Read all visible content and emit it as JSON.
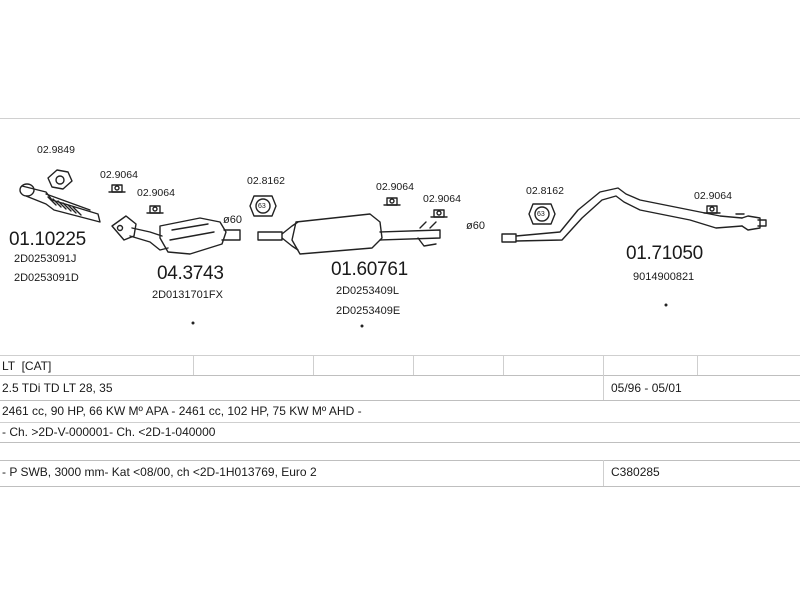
{
  "parts": [
    {
      "id": "part-pipe-front",
      "number": "01.10225",
      "refs": [
        "2D0253091J",
        "2D0253091D"
      ]
    },
    {
      "id": "part-catalyst",
      "number": "04.3743",
      "refs": [
        "2D0131701FX"
      ]
    },
    {
      "id": "part-middle-silencer",
      "number": "01.60761",
      "refs": [
        "2D0253409L",
        "2D0253409E"
      ]
    },
    {
      "id": "part-rear-pipe",
      "number": "01.71050",
      "refs": [
        "9014900821"
      ]
    }
  ],
  "accessories": {
    "gasket_top": "02.9849",
    "hanger_a": "02.9064",
    "hanger_b": "02.9064",
    "clamp_a": "02.8162",
    "hanger_c": "02.9064",
    "hanger_d": "02.9064",
    "clamp_b": "02.8162",
    "hanger_e": "02.9064"
  },
  "diameters": {
    "d1": "ø60",
    "d2": "ø60"
  },
  "clamp_size": "63",
  "table": {
    "row1": "LT  [CAT]",
    "row2": "2.5 TDi TD LT 28, 35",
    "row2_dates": "05/96 - 05/01",
    "row3": "2461 cc, 90 HP, 66 KW Mº APA - 2461 cc, 102 HP, 75 KW Mº AHD -",
    "row4": "- Ch. >2D-V-000001- Ch. <2D-1-040000",
    "row6": "- P SWB, 3000 mm- Kat <08/00, ch <2D-1H013769, Euro 2",
    "row6_code": "C380285"
  }
}
